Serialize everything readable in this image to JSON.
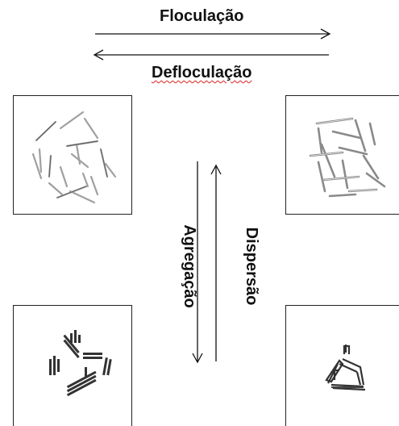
{
  "labels": {
    "floculacao": "Floculação",
    "defloculacao": "Defloculação",
    "agregacao": "Agregação",
    "dispersao": "Dispersão"
  },
  "colors": {
    "line": "#111111",
    "particle_light": "#9a9a9a",
    "particle_dark": "#333333",
    "spellcheck": "#dd2222"
  }
}
